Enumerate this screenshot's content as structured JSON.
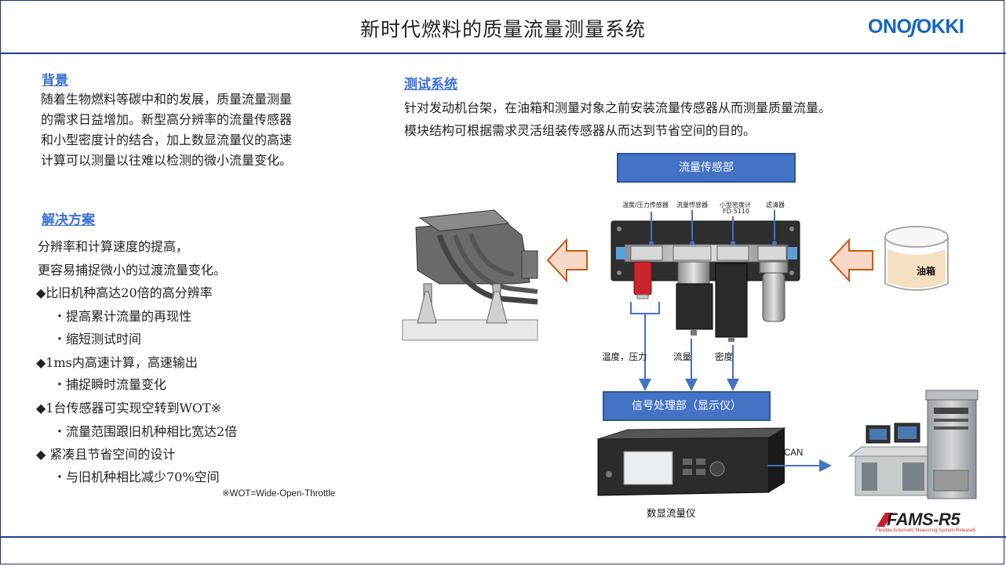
{
  "header": {
    "title": "新时代燃料的质量流量测量系统",
    "logo_text": "ONO SOKKI"
  },
  "background": {
    "heading": "背景",
    "lines": [
      "随着生物燃料等碳中和的发展，质量流量测量",
      "的需求日益增加。新型高分辨率的流量传感器",
      "和小型密度计的结合，加上数显流量仪的高速",
      "计算可以测量以往难以检测的微小流量变化。"
    ]
  },
  "solution": {
    "heading": "解决方案",
    "lines": [
      "分辨率和计算速度的提高，",
      "更容易捕捉微小的过渡流量变化。",
      "◆比旧机种高达20倍的高分辨率",
      "・提高累计流量的再现性",
      "・缩短测试时间",
      "◆1ms内高速计算，高速输出",
      "・捕捉瞬时流量变化",
      "◆1台传感器可实现空转到WOT※",
      "・流量范围跟旧机种相比宽达2倍",
      "◆ 紧凑且节省空间的设计",
      "・与旧机种相比减少70%空间"
    ],
    "footnote": "※WOT=Wide-Open-Throttle"
  },
  "test_system": {
    "heading": "测试系统",
    "lines": [
      "针对发动机台架，在油箱和测量对象之前安装流量传感器从而测量质量流量。",
      "模块结构可根据需求灵活组装传感器从而达到节省空间的目的。"
    ]
  },
  "diagram": {
    "sensor_box": "流量传感部",
    "sensor_labels": [
      "温度/压力传感器",
      "流量传感器",
      "小型密度计",
      "FD-5110",
      "滤清器"
    ],
    "tank_label": "油箱",
    "signal_labels": [
      "温度，压力",
      "流量",
      "密度"
    ],
    "processor_box": "信号处理部（显示仪）",
    "display_label": "数显流量仪",
    "can_label": "CAN",
    "fams_logo": "FAMS-R5",
    "fams_sub": "Flexible Automatic Measuring System-Release5",
    "colors": {
      "accent_blue": "#4472c4",
      "arrow_fill": "#f8d9c8",
      "arrow_stroke": "#c55a11",
      "tank_fill": "#f6e0c4"
    }
  }
}
